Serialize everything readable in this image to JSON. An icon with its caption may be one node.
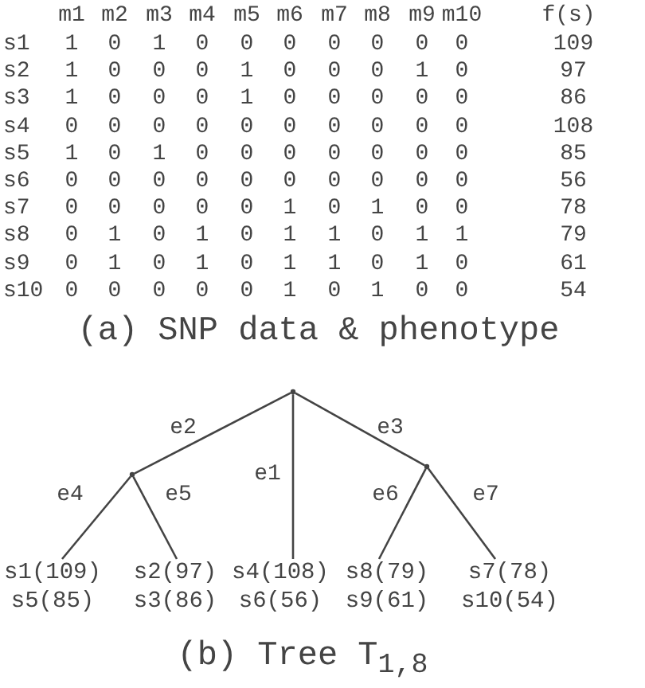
{
  "diagram": {
    "nodes": [
      {
        "text": [],
        "shape": "point"
      },
      {
        "text": [],
        "shape": "point"
      },
      {
        "text": [],
        "shape": "point"
      },
      {
        "text": [
          "s1(109)",
          "s5(85)"
        ]
      },
      {
        "text": [
          "s2(97)",
          "s3(86)"
        ]
      },
      {
        "text": [
          "s4(108)",
          "s6(56)"
        ]
      },
      {
        "text": [
          "s8(79)",
          "s9(61)"
        ]
      },
      {
        "text": [
          "s7(78)",
          "s10(54)"
        ]
      }
    ],
    "edges": [
      {
        "from": 0,
        "to": 5,
        "arrow": "none",
        "label": "e1"
      },
      {
        "from": 0,
        "to": 1,
        "arrow": "none",
        "label": "e2"
      },
      {
        "from": 0,
        "to": 2,
        "arrow": "none",
        "label": "e3"
      },
      {
        "from": 1,
        "to": 3,
        "arrow": "none",
        "label": "e4"
      },
      {
        "from": 1,
        "to": 4,
        "arrow": "none",
        "label": "e5"
      },
      {
        "from": 2,
        "to": 6,
        "arrow": "none",
        "label": "e6"
      },
      {
        "from": 2,
        "to": 7,
        "arrow": "none",
        "label": "e7"
      }
    ],
    "labels": [
      "m1",
      "m2",
      "m3",
      "m4",
      "m5",
      "m6",
      "m7",
      "m8",
      "m9",
      "m10",
      "f(s)",
      "s1",
      "1",
      "0",
      "1",
      "0",
      "0",
      "0",
      "0",
      "0",
      "0",
      "0",
      "109",
      "s2",
      "1",
      "0",
      "0",
      "0",
      "1",
      "0",
      "0",
      "0",
      "1",
      "0",
      "97",
      "s3",
      "1",
      "0",
      "0",
      "0",
      "1",
      "0",
      "0",
      "0",
      "0",
      "0",
      "86",
      "s4",
      "0",
      "0",
      "0",
      "0",
      "0",
      "0",
      "0",
      "0",
      "0",
      "0",
      "108",
      "s5",
      "1",
      "0",
      "1",
      "0",
      "0",
      "0",
      "0",
      "0",
      "0",
      "0",
      "85",
      "s6",
      "0",
      "0",
      "0",
      "0",
      "0",
      "0",
      "0",
      "0",
      "0",
      "0",
      "56",
      "s7",
      "0",
      "0",
      "0",
      "0",
      "0",
      "1",
      "0",
      "1",
      "0",
      "0",
      "78",
      "s8",
      "0",
      "1",
      "0",
      "1",
      "0",
      "1",
      "1",
      "0",
      "1",
      "1",
      "79",
      "s9",
      "0",
      "1",
      "0",
      "1",
      "0",
      "1",
      "1",
      "0",
      "1",
      "0",
      "61",
      "s10",
      "0",
      "0",
      "0",
      "0",
      "0",
      "1",
      "0",
      "1",
      "0",
      "0",
      "54",
      "(a) SNP data & phenotype",
      "(b) Tree T$_{1,8}$"
    ]
  }
}
